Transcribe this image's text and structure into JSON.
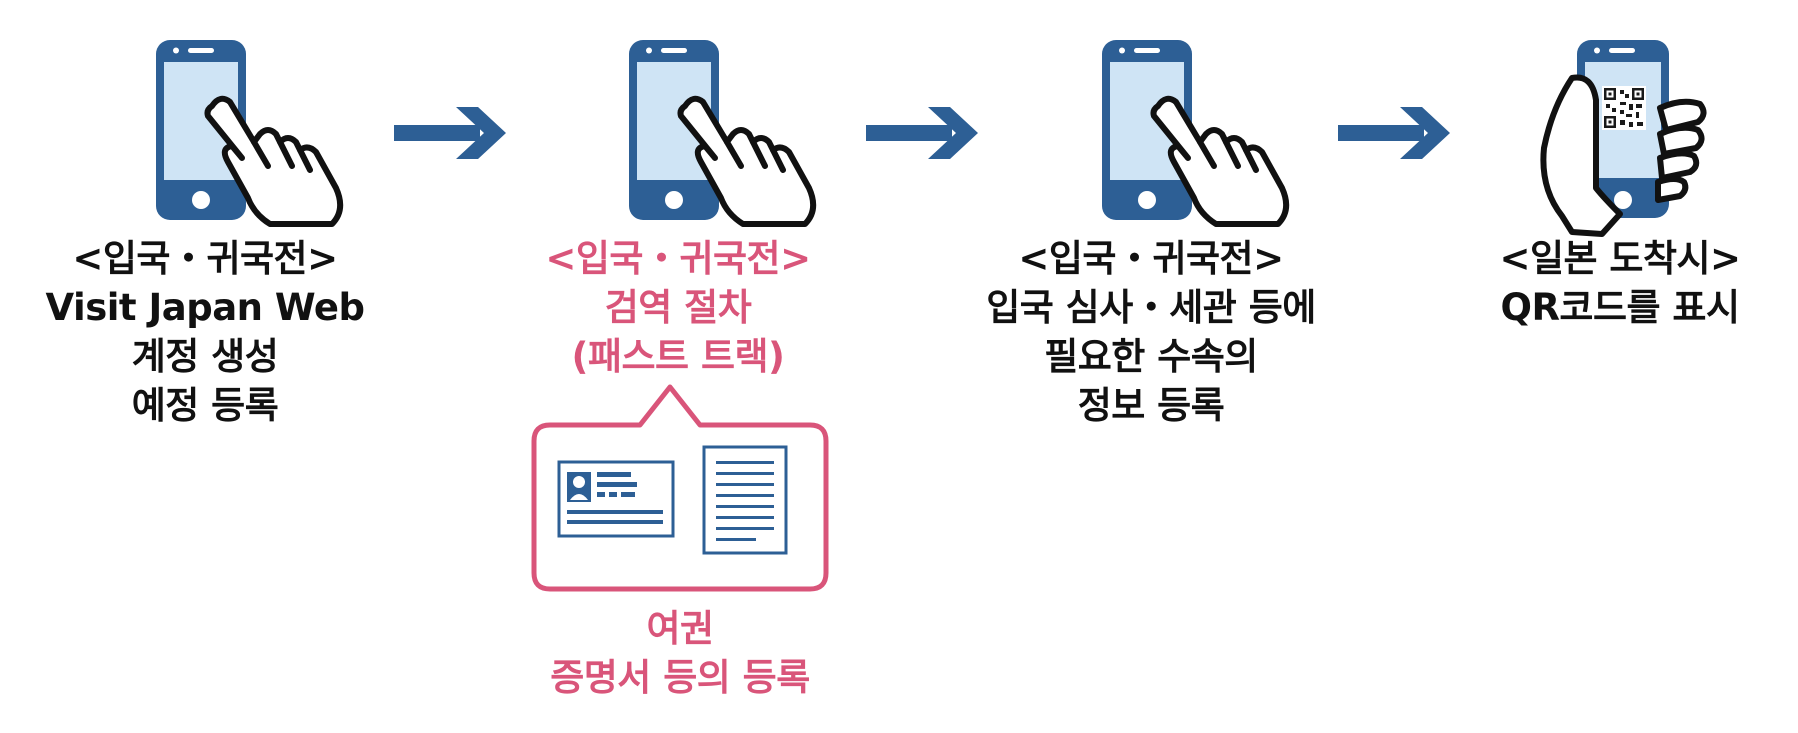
{
  "colors": {
    "phone_blue": "#2d5f95",
    "screen_light": "#cfe4f5",
    "arrow_blue": "#2d5f95",
    "highlight_pink": "#d9557a",
    "text_black": "#111111"
  },
  "steps": [
    {
      "icon": "phone-touch-icon",
      "lines": [
        "<입국・귀국전>",
        "Visit Japan Web",
        "계정 생성",
        "예정 등록"
      ],
      "highlight": false
    },
    {
      "icon": "phone-touch-icon",
      "lines": [
        "<입국・귀국전>",
        "검역 절차",
        "(패스트 트랙)"
      ],
      "highlight": true
    },
    {
      "icon": "phone-touch-icon",
      "lines": [
        "<입국・귀국전>",
        "입국 심사・세관 등에",
        "필요한 수속의",
        "정보 등록"
      ],
      "highlight": false
    },
    {
      "icon": "phone-qr-hand-icon",
      "lines": [
        "<일본 도착시>",
        "QR코드를 표시"
      ],
      "highlight": false
    }
  ],
  "callout": {
    "icons": [
      "id-card-icon",
      "document-icon"
    ],
    "lines": [
      "여권",
      "증명서 등의 등록"
    ]
  }
}
